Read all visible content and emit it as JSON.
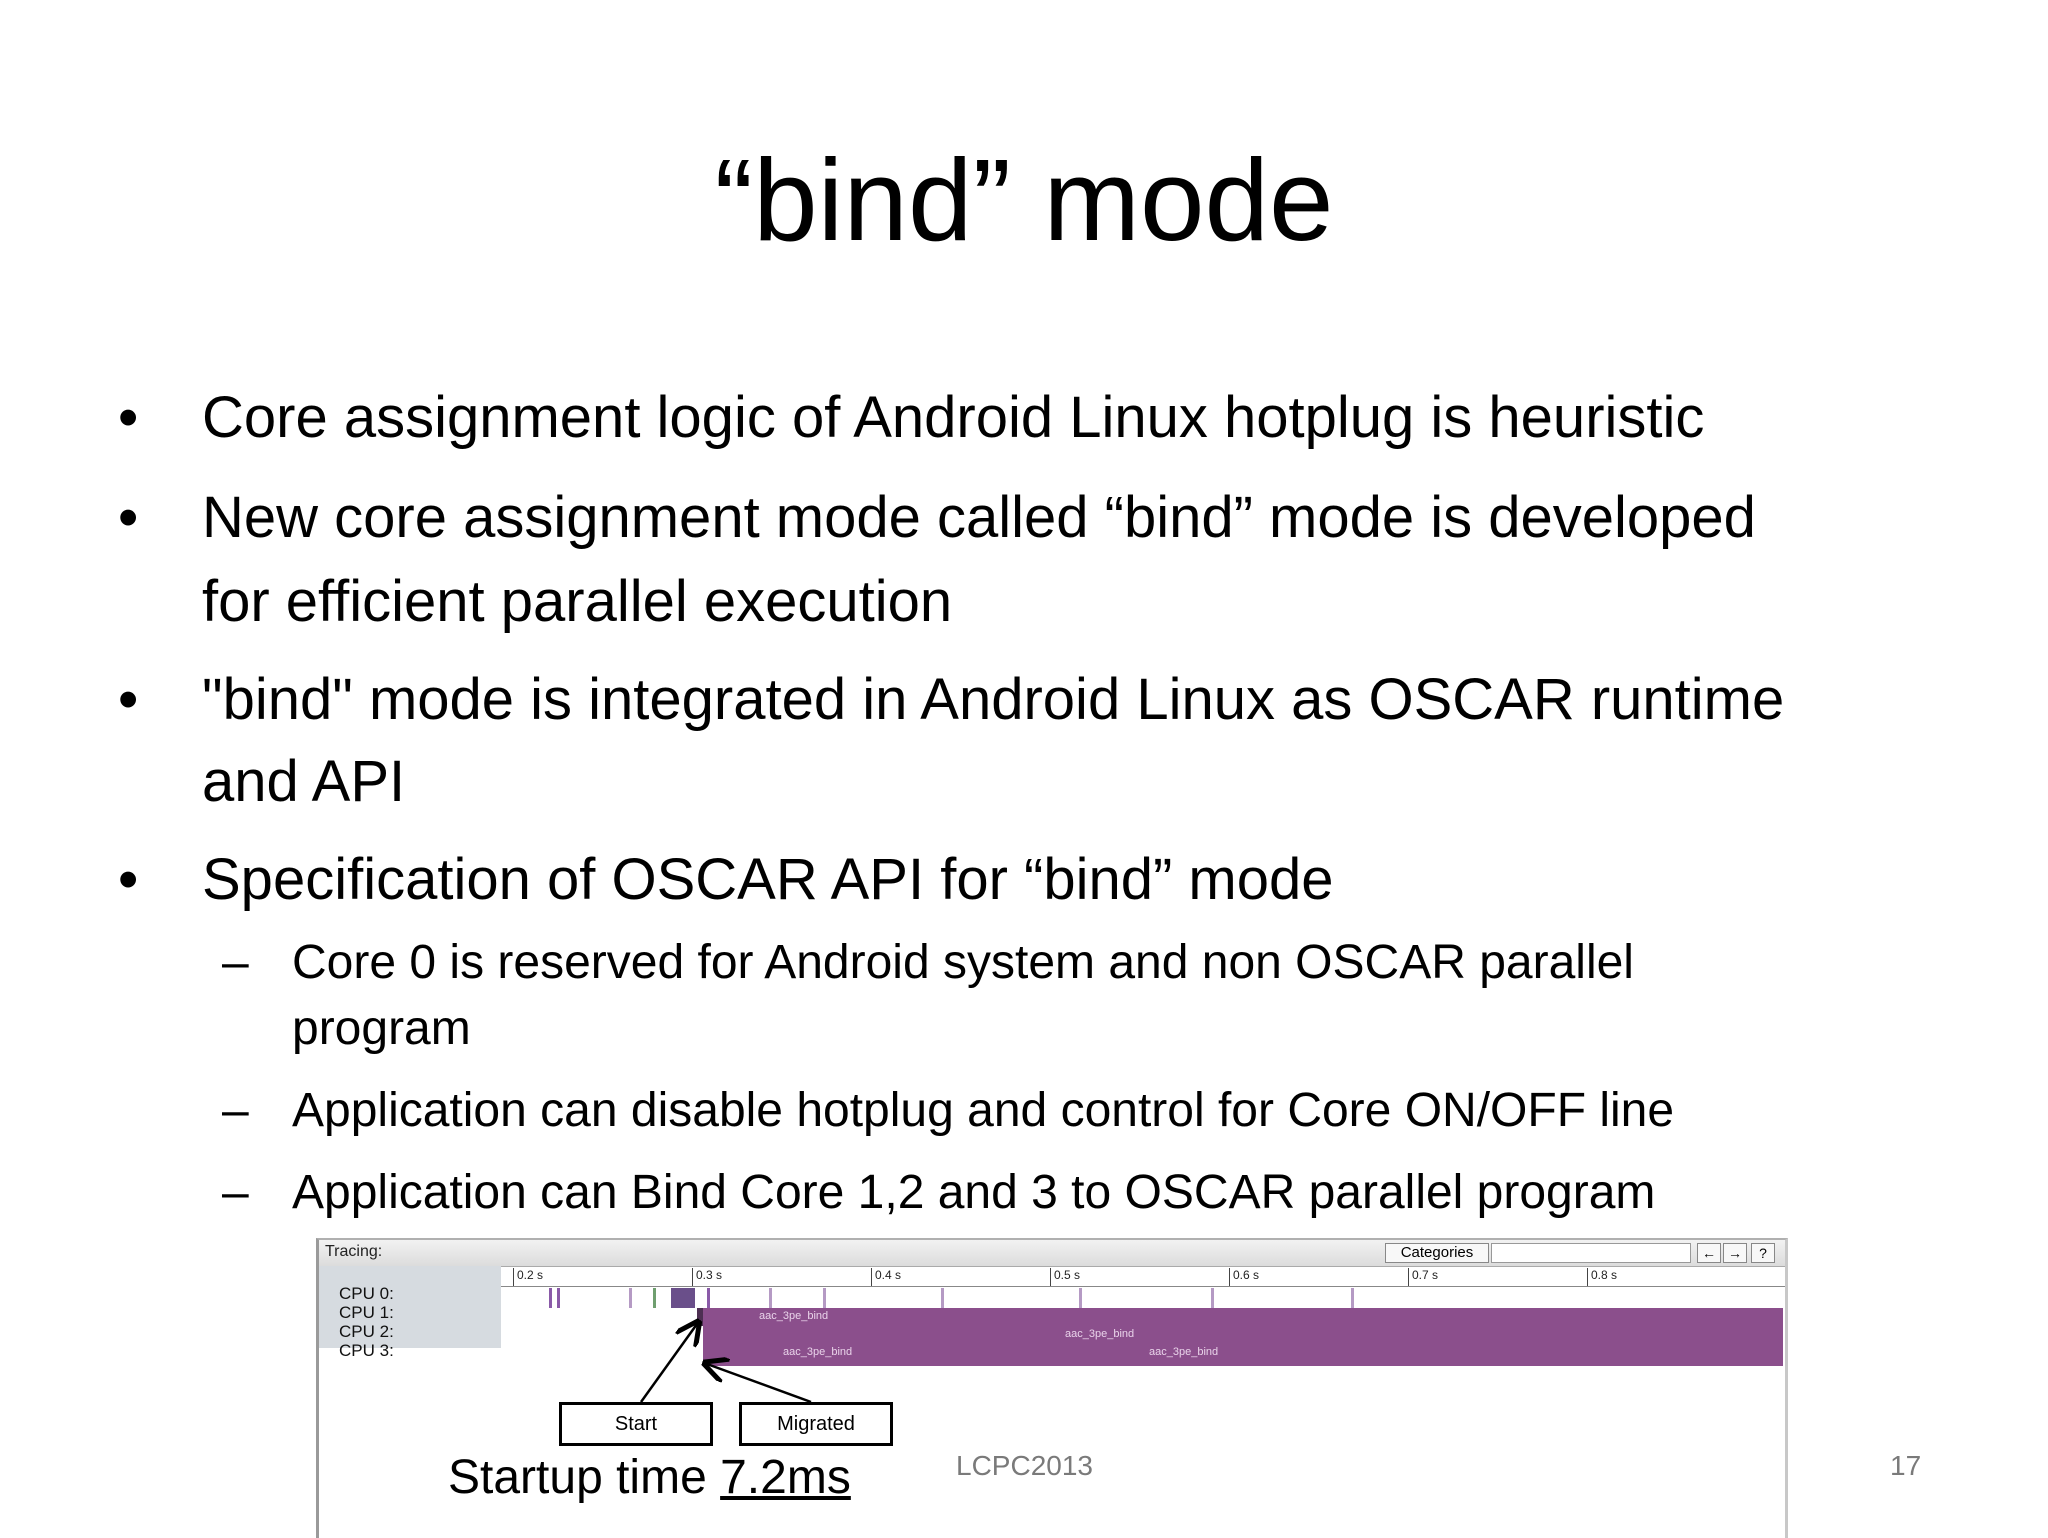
{
  "slide": {
    "title": "“bind” mode",
    "bullets": [
      {
        "marker": "•",
        "lines": [
          "Core assignment logic of Android Linux hotplug  is heuristic"
        ]
      },
      {
        "marker": "•",
        "lines": [
          "New core assignment mode called “bind” mode is developed",
          "for efficient parallel execution"
        ]
      },
      {
        "marker": "•",
        "lines": [
          "\"bind\" mode is integrated in Android Linux as OSCAR runtime",
          "and API"
        ]
      },
      {
        "marker": "•",
        "lines": [
          "Specification of OSCAR API for “bind” mode"
        ]
      }
    ],
    "sub_bullets": [
      {
        "marker": "–",
        "lines": [
          "Core 0 is  reserved  for Android system and non OSCAR  parallel",
          "program"
        ]
      },
      {
        "marker": "–",
        "lines": [
          "Application can disable hotplug and control for Core ON/OFF line"
        ]
      },
      {
        "marker": "–",
        "lines": [
          "Application can Bind Core 1,2 and 3 to OSCAR parallel program"
        ]
      }
    ]
  },
  "trace_view": {
    "label": "Tracing:",
    "categories_button": "Categories",
    "nav": {
      "back": "←",
      "forward": "→",
      "help": "?"
    },
    "ticks": [
      "0.2 s",
      "0.3 s",
      "0.4 s",
      "0.5 s",
      "0.6 s",
      "0.7 s",
      "0.8 s"
    ],
    "cpus": [
      "CPU 0:",
      "CPU 1:",
      "CPU 2:",
      "CPU 3:"
    ],
    "slice_name": "aac_3pe_bind",
    "callouts": {
      "start": "Start",
      "migrated": "Migrated"
    },
    "colors": {
      "slice": "#8b4f8c",
      "cpu_panel": "#d6dbe0"
    }
  },
  "startup": {
    "label": "Startup time ",
    "value": "7.2ms"
  },
  "footer": {
    "conference": "LCPC2013",
    "page": "17"
  }
}
